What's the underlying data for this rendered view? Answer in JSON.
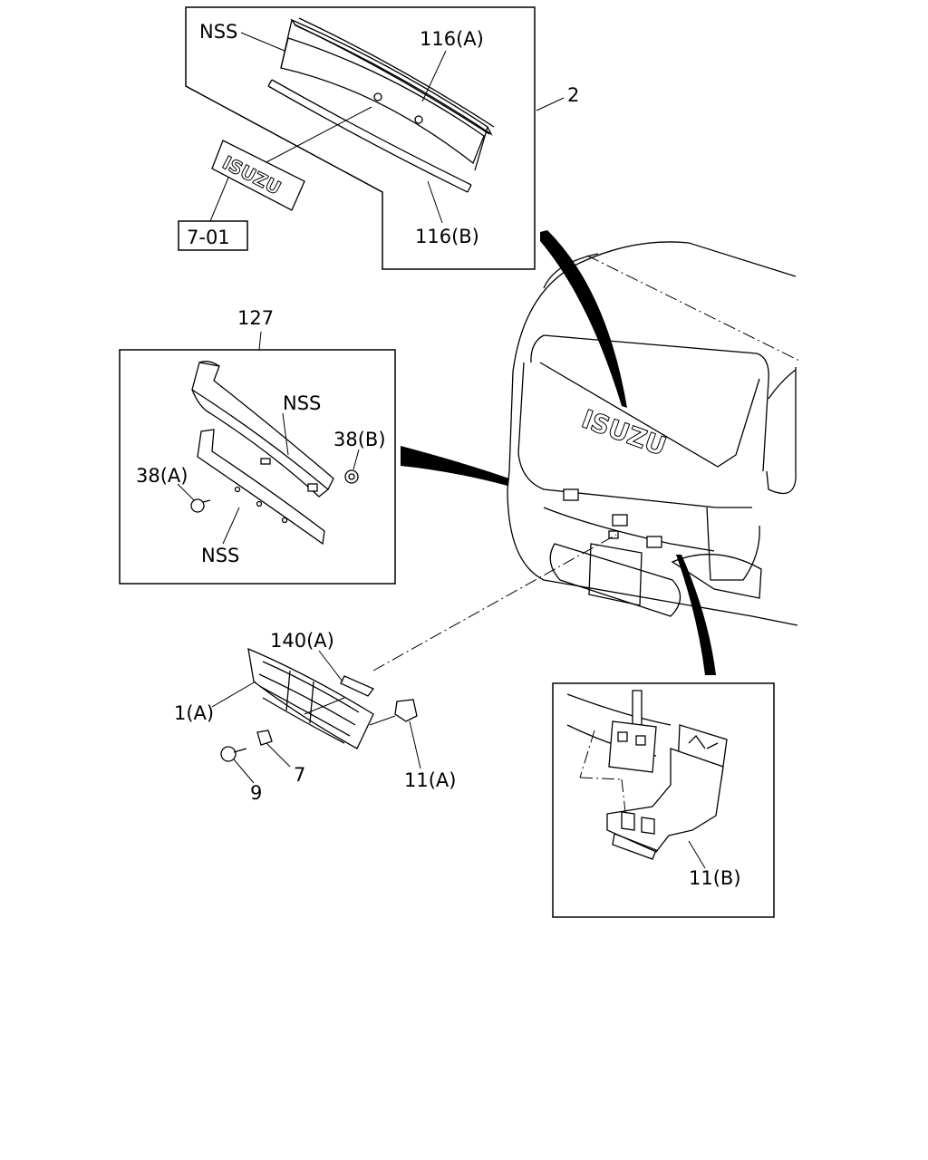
{
  "callouts": {
    "nss_top": "NSS",
    "moulding_a": "116(A)",
    "moulding_b": "116(B)",
    "garnish_ref": "2",
    "emblem_ref": "7-01",
    "grille_assy": "127",
    "nss_middle": "NSS",
    "clip_38b": "38(B)",
    "clip_38a": "38(A)",
    "nss_bottom": "NSS",
    "part_140a": "140(A)",
    "grille_1a": "1(A)",
    "screw_9": "9",
    "grommet_7": "7",
    "bracket_11a": "11(A)",
    "bracket_11b": "11(B)"
  },
  "emblem_text": "ISUZU"
}
